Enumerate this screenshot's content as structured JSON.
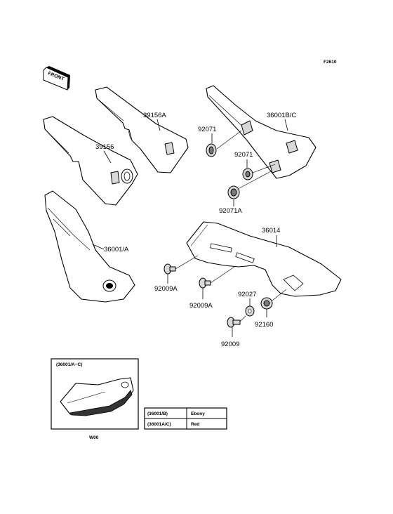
{
  "figure_code": "F2610",
  "front_indicator": "FRONT",
  "labels": {
    "p39156A": "39156A",
    "p39156": "39156",
    "p36001BC": "36001B/C",
    "p92071_top": "92071",
    "p92071_mid": "92071",
    "p92071A": "92071A",
    "p36001A": "36001/A",
    "p36014": "36014",
    "p92009A_1": "92009A",
    "p92009A_2": "92009A",
    "p92027": "92027",
    "p92160": "92160",
    "p92009": "92009"
  },
  "inset": {
    "title": "(36001/A~C)",
    "caption": "W00"
  },
  "color_table": {
    "rows": [
      {
        "part": "(36001/B)",
        "color": "Ebony"
      },
      {
        "part": "(36001A/C)",
        "color": "Red"
      }
    ]
  }
}
